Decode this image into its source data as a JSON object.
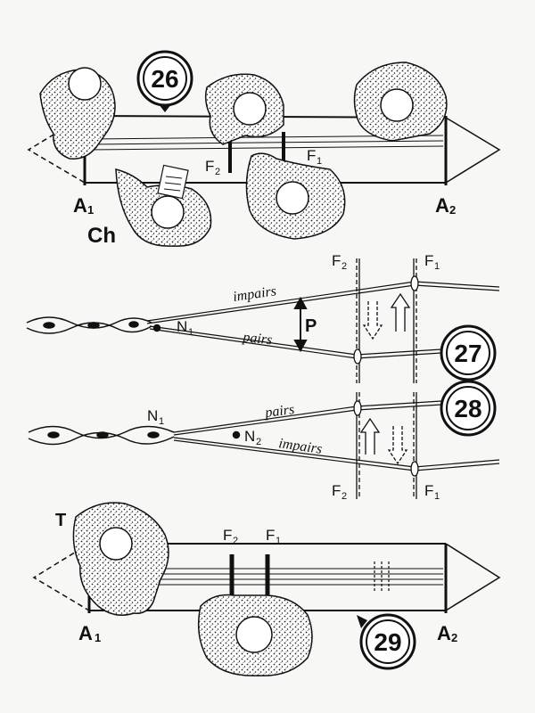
{
  "figures": {
    "fig26": {
      "number": "26",
      "labels": {
        "a1": "A",
        "a1_sub": "1",
        "a2": "A",
        "a2_sub": "2",
        "ch": "Ch",
        "f2": "F",
        "f2_sub": "2",
        "f1": "F",
        "f1_sub": "1"
      }
    },
    "fig27": {
      "number": "27",
      "labels": {
        "f2": "F",
        "f2_sub": "2",
        "f1": "F",
        "f1_sub": "1",
        "n1": "N",
        "n1_sub": "1",
        "impairs": "impairs",
        "pairs": "pairs",
        "p": "P"
      }
    },
    "fig28": {
      "number": "28",
      "labels": {
        "n1": "N",
        "n1_sub": "1",
        "n2": "N",
        "n2_sub": "2",
        "pairs": "pairs",
        "impairs": "impairs",
        "f2": "F",
        "f2_sub": "2",
        "f1": "F",
        "f1_sub": "1"
      }
    },
    "fig29": {
      "number": "29",
      "labels": {
        "t": "T",
        "f2": "F",
        "f2_sub": "2",
        "f1": "F",
        "f1_sub": "1",
        "a1": "A",
        "a1_sub": "1",
        "a2": "A",
        "a2_sub": "2"
      }
    }
  },
  "colors": {
    "ink": "#111111",
    "paper": "#f7f7f5"
  }
}
